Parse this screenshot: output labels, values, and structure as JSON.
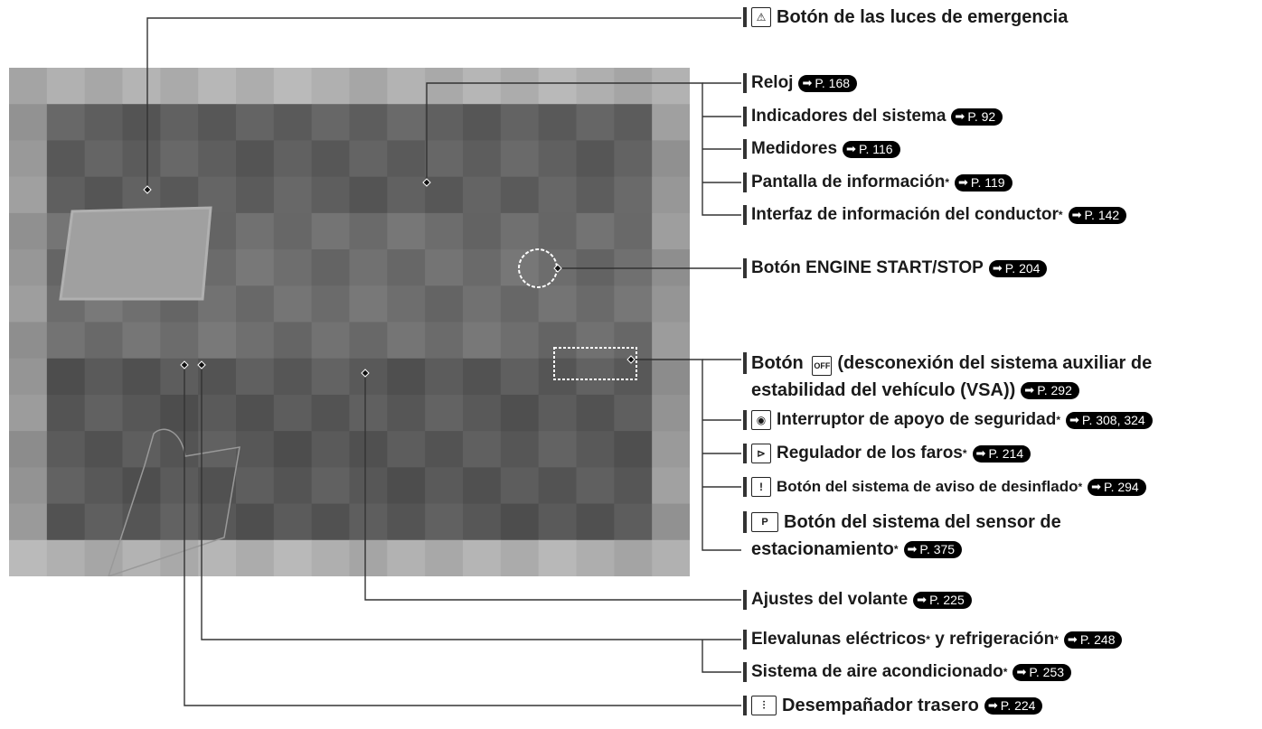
{
  "colors": {
    "line": "#333333",
    "photo_light": "#c4c4c4",
    "photo_dark": "#444444"
  },
  "labels": {
    "hazard": {
      "symbol": "triangle-hazard-icon",
      "text": "Botón de las luces de emergencia"
    },
    "reloj": {
      "text": "Reloj",
      "ref": "P. 168"
    },
    "indicadores": {
      "text": "Indicadores del sistema",
      "ref": "P. 92"
    },
    "medidores": {
      "text": "Medidores",
      "ref": "P. 116"
    },
    "pantalla": {
      "text": "Pantalla de información",
      "star": "*",
      "ref": "P. 119"
    },
    "interfaz": {
      "text": "Interfaz de información del conductor",
      "star": "*",
      "ref": "P. 142"
    },
    "engine": {
      "text": "Botón ENGINE START/STOP",
      "ref": "P. 204"
    },
    "vsa": {
      "prefix": "Botón",
      "symbol": "vsa-off-icon",
      "line1": "(desconexión del sistema auxiliar de",
      "line2": "estabilidad del vehículo (VSA))",
      "ref": "P. 292"
    },
    "seguridad": {
      "symbol": "safety-support-icon",
      "text": "Interruptor de apoyo de seguridad",
      "star": "*",
      "ref": "P. 308, 324"
    },
    "faros": {
      "symbol": "headlight-leveler-icon",
      "text": "Regulador de los faros",
      "star": "*",
      "ref": "P. 214"
    },
    "desinflado": {
      "symbol": "tpms-icon",
      "text": "Botón del sistema de aviso de desinflado",
      "star": "*",
      "ref": "P. 294"
    },
    "sensor": {
      "symbol": "parking-sensor-icon",
      "line1": "Botón del sistema del sensor de",
      "line2": "estacionamiento",
      "star": "*",
      "ref": "P. 375"
    },
    "volante": {
      "text": "Ajustes del volante",
      "ref": "P. 225"
    },
    "elevalunas": {
      "text_a": "Elevalunas eléctricos",
      "star_a": "*",
      "text_b": " y refrigeración",
      "star_b": "*",
      "ref": "P. 248"
    },
    "aire": {
      "text": "Sistema de aire acondicionado",
      "star": "*",
      "ref": "P. 253"
    },
    "desempanador": {
      "symbol": "rear-defroster-icon",
      "text": "Desempañador trasero",
      "ref": "P. 224"
    }
  }
}
